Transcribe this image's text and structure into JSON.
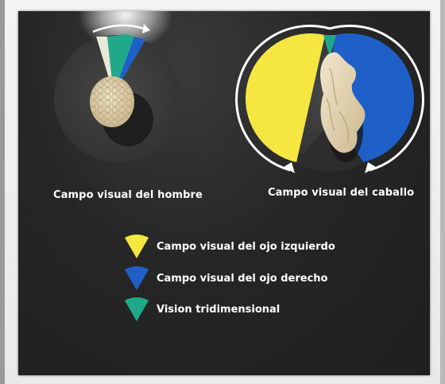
{
  "captions": {
    "human": "Campo visual del hombre",
    "horse": "Campo visual del caballo"
  },
  "legend": [
    {
      "label": "Campo visual del ojo izquierdo",
      "color": "#f5e642"
    },
    {
      "label": "Campo visual del ojo derecho",
      "color": "#1f5fc8"
    },
    {
      "label": "Vision tridimensional",
      "color": "#1fa98a"
    }
  ],
  "colors": {
    "yellow": "#f5e642",
    "blue": "#1f5fc8",
    "teal": "#1fa98a",
    "board": "#262626",
    "disc": "#3c3c3c",
    "arrow": "#ffffff"
  }
}
